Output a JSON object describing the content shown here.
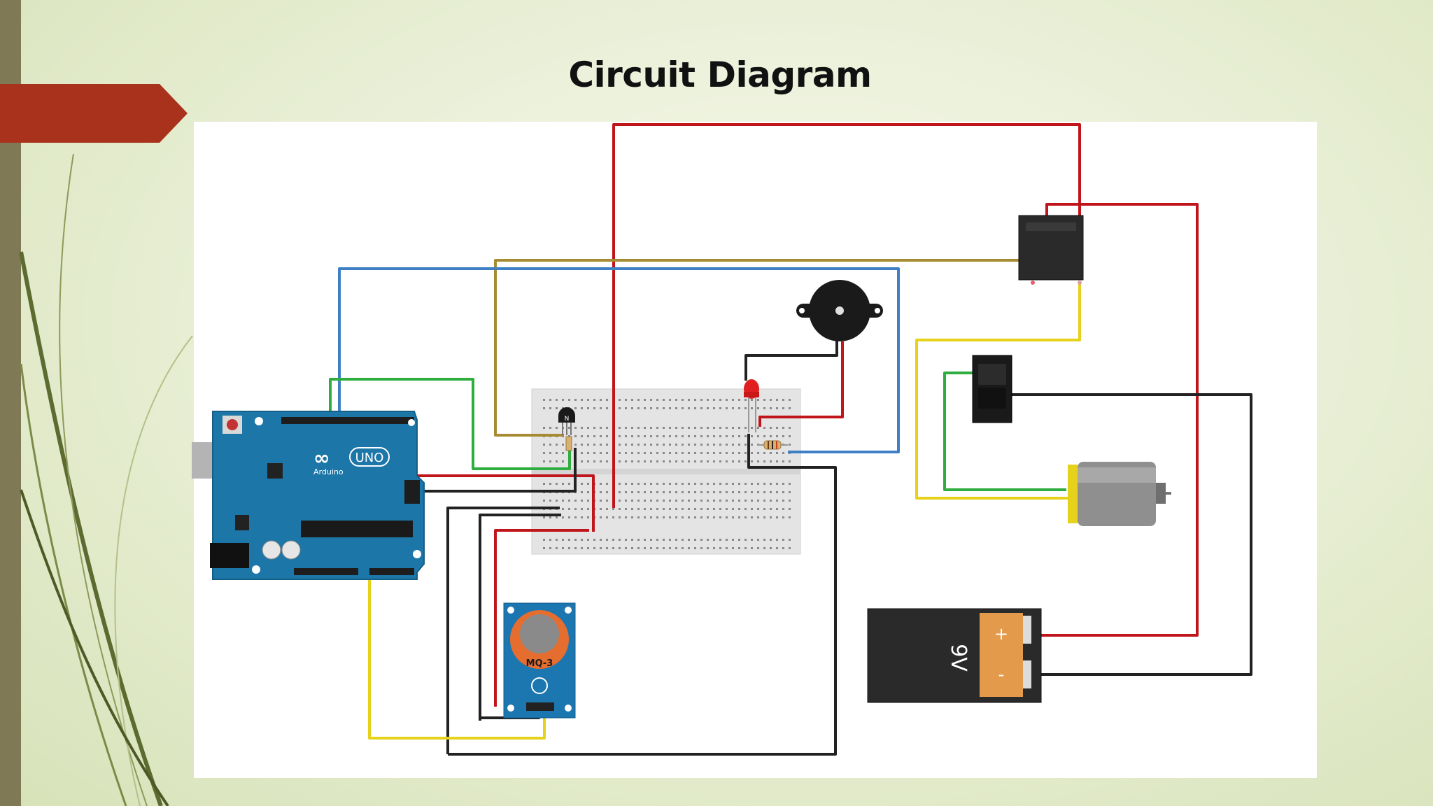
{
  "slide": {
    "title": "Circuit Diagram"
  },
  "diagram": {
    "arduino": {
      "logo": "UNO",
      "brand": "Arduino"
    },
    "sensor": {
      "label": "MQ-3"
    },
    "battery": {
      "label": "9V",
      "plus": "+",
      "minus": "-"
    },
    "transistor": {
      "label": "N"
    }
  },
  "colors": {
    "accent": "#a8321b",
    "wire_red": "#c0161b",
    "wire_blue": "#3f7fc4",
    "wire_green": "#2fae3f",
    "wire_yellow": "#e6d21a",
    "wire_brown": "#a68a34",
    "wire_black": "#222222",
    "arduino_body": "#1c76a7"
  }
}
